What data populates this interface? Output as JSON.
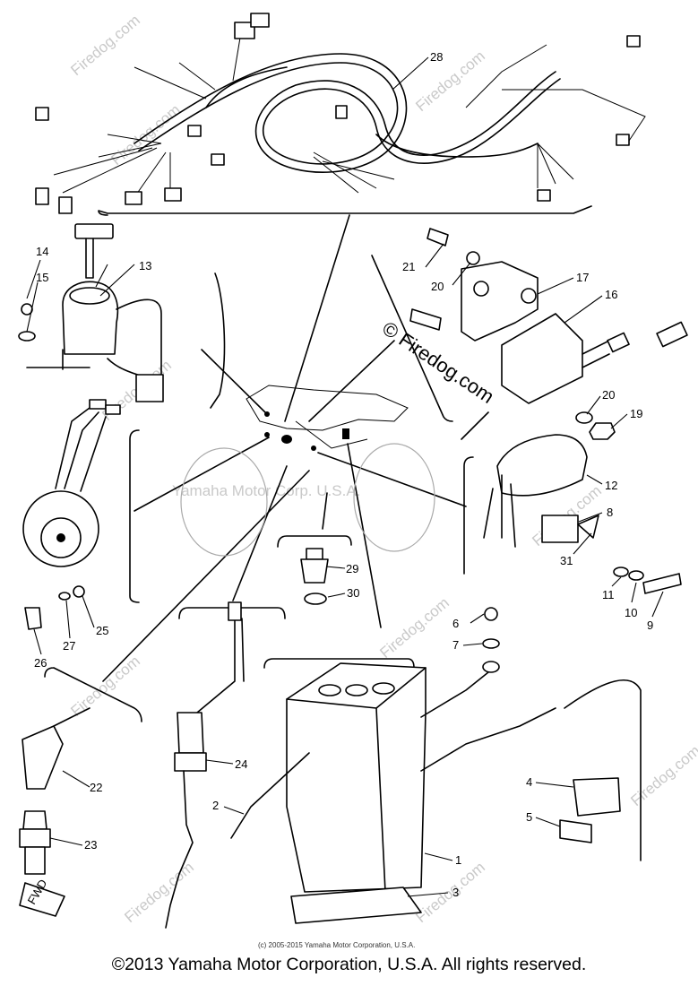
{
  "diagram": {
    "part_labels": [
      "1",
      "2",
      "3",
      "4",
      "5",
      "6",
      "7",
      "8",
      "9",
      "10",
      "11",
      "12",
      "13",
      "14",
      "15",
      "16",
      "17",
      "19",
      "20",
      "20",
      "21",
      "22",
      "23",
      "24",
      "25",
      "26",
      "27",
      "28",
      "29",
      "30",
      "31"
    ],
    "watermark_center": "Yamaha Motor Corp. U.S.A.",
    "watermark_site": "© Firedog.com",
    "watermark_tile": "Firedog.com",
    "direction_tag": "FWD",
    "small_copyright": "(c) 2005-2015 Yamaha Motor Corporation, U.S.A."
  },
  "footer": {
    "copyright": "©2013 Yamaha Motor Corporation, U.S.A. All rights reserved."
  }
}
